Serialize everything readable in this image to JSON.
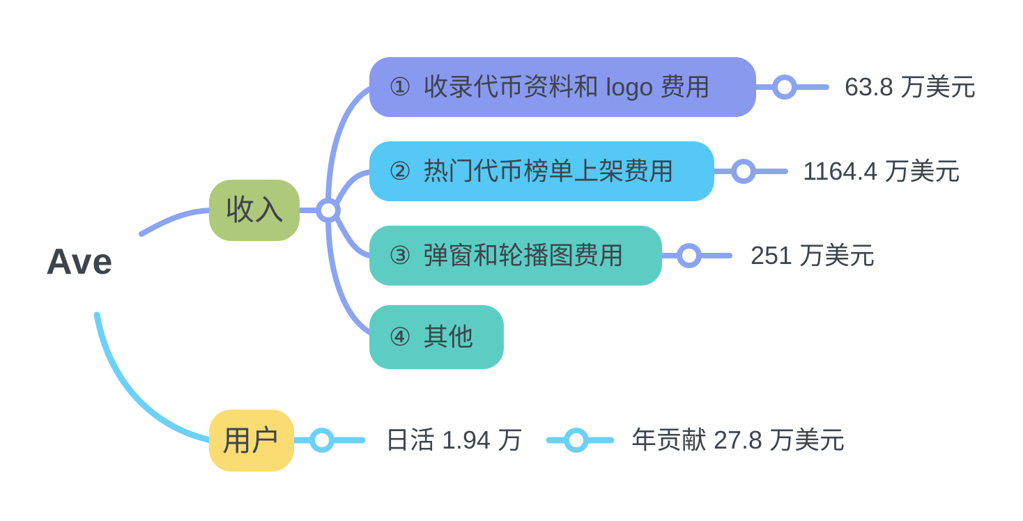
{
  "root": {
    "label": "Ave"
  },
  "colors": {
    "text": "#3d444c",
    "income_line": "#8ba4f2",
    "users_line": "#6cd1f8",
    "income_node": "#aec97a",
    "users_node": "#fadc73",
    "child1_node": "#8a99f0",
    "child2_node": "#55c8f5",
    "child3_node": "#5dcdc4",
    "child4_node": "#5dcdc4"
  },
  "branches": [
    {
      "id": "income",
      "label": "收入",
      "children": [
        {
          "number": "①",
          "label": "收录代币资料和 logo 费用",
          "value": "63.8 万美元"
        },
        {
          "number": "②",
          "label": "热门代币榜单上架费用",
          "value": "1164.4 万美元"
        },
        {
          "number": "③",
          "label": "弹窗和轮播图费用",
          "value": "251 万美元"
        },
        {
          "number": "④",
          "label": "其他"
        }
      ]
    },
    {
      "id": "users",
      "label": "用户",
      "children": [
        {
          "label": "日活 1.94 万",
          "value": "年贡献 27.8 万美元"
        }
      ]
    }
  ]
}
